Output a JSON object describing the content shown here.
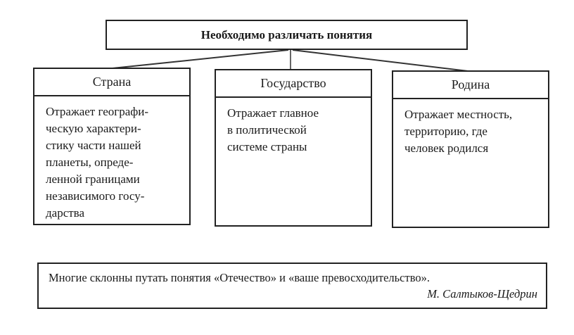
{
  "title": "Необходимо различать понятия",
  "concepts": [
    {
      "name": "Страна",
      "lines": [
        "Отражает географи-",
        "ческую характери-",
        "стику части нашей",
        "планеты, опреде-",
        "ленной границами",
        "независимого госу-",
        "дарства"
      ]
    },
    {
      "name": "Государство",
      "lines": [
        "Отражает главное",
        "в политической",
        "системе страны"
      ]
    },
    {
      "name": "Родина",
      "lines": [
        "Отражает местность,",
        "территорию, где",
        "человек родился"
      ]
    }
  ],
  "quote": {
    "text": "Многие склонны путать понятия «Отечество» и «ваше превосходительство».",
    "author": "М. Салтыков-Щедрин"
  }
}
